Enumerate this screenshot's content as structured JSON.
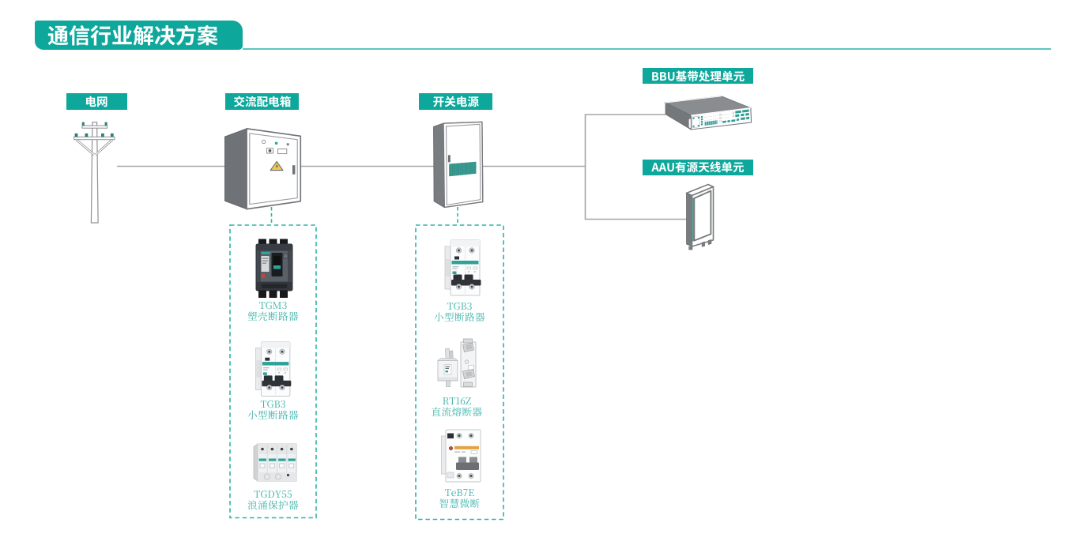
{
  "title": "通信行业解决方案",
  "theme": {
    "accent_teal": "#0EA79B",
    "underline_teal": "#5FC5BC",
    "caption_teal": "#3CB3AA",
    "dashed_teal": "#2FB3A9",
    "connector_gray": "#A5A5A5",
    "device_gray": "#77797C",
    "background": "#FFFFFF"
  },
  "nodes": [
    {
      "id": "power-grid",
      "label": "电网",
      "icon": "utility-pole-icon"
    },
    {
      "id": "ac-distribution-box",
      "label": "交流配电箱",
      "icon": "distribution-cabinet-icon"
    },
    {
      "id": "switching-power-supply",
      "label": "开关电源",
      "icon": "power-cabinet-icon"
    },
    {
      "id": "bbu",
      "label": "BBU基带处理单元",
      "icon": "bbu-rack-unit-icon"
    },
    {
      "id": "aau",
      "label": "AAU有源天线单元",
      "icon": "aau-antenna-icon"
    }
  ],
  "product_groups": [
    {
      "attached_to": "交流配电箱",
      "products": [
        {
          "model": "TGM3",
          "name": "塑壳断路器",
          "icon": "molded-case-breaker-icon"
        },
        {
          "model": "TGB3",
          "name": "小型断路器",
          "icon": "miniature-breaker-icon"
        },
        {
          "model": "TGDY55",
          "name": "浪涌保护器",
          "icon": "surge-protector-icon"
        }
      ]
    },
    {
      "attached_to": "开关电源",
      "products": [
        {
          "model": "TGB3",
          "name": "小型断路器",
          "icon": "miniature-breaker-icon"
        },
        {
          "model": "RT16Z",
          "name": "直流熔断器",
          "icon": "dc-fuse-icon"
        },
        {
          "model": "TeB7E",
          "name": "智慧微断",
          "icon": "smart-breaker-icon"
        }
      ]
    }
  ]
}
